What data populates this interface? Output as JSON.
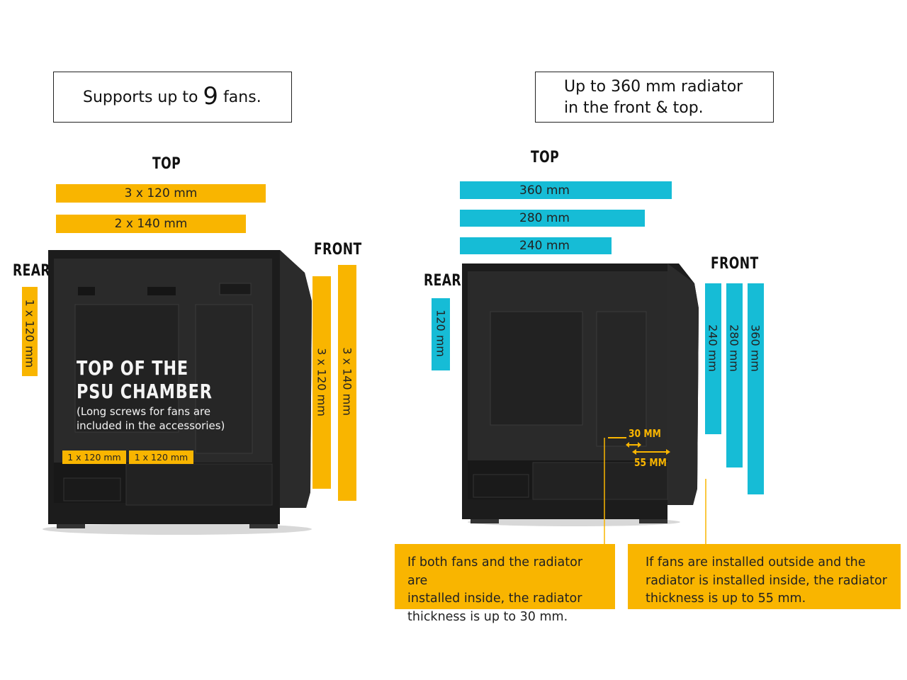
{
  "left": {
    "title_prefix": "Supports up to",
    "title_number": "9",
    "title_suffix": "fans.",
    "top_label": "TOP",
    "top_bars": [
      "3 x 120 mm",
      "2 x 140 mm"
    ],
    "rear_label": "REAR",
    "rear_bar": "1 x 120 mm",
    "front_label": "FRONT",
    "front_bars": [
      "3 x 120 mm",
      "3 x 140 mm"
    ],
    "psu_heading_line1": "TOP OF THE",
    "psu_heading_line2": "PSU CHAMBER",
    "psu_note_line1": "(Long screws for fans are",
    "psu_note_line2": "included in the accessories)",
    "psu_bars": [
      "1 x 120 mm",
      "1 x 120 mm"
    ]
  },
  "right": {
    "title_line1": "Up to 360 mm radiator",
    "title_line2": "in the front & top.",
    "top_label": "TOP",
    "top_bars": [
      "360 mm",
      "280 mm",
      "240 mm"
    ],
    "rear_label": "REAR",
    "rear_bar": "120 mm",
    "front_label": "FRONT",
    "front_bars": [
      "240 mm",
      "280 mm",
      "360 mm"
    ],
    "dim_30": "30 MM",
    "dim_55": "55 MM",
    "note_inside": [
      "If both fans and the radiator are",
      "installed inside, the radiator",
      "thickness is up to 30 mm."
    ],
    "note_outside": [
      "If fans are installed outside and the",
      "radiator is installed inside, the radiator",
      "thickness is up to 55 mm."
    ]
  },
  "colors": {
    "gold": "#f9b500",
    "cyan": "#16bcd6",
    "case": "#1c1c1c"
  }
}
